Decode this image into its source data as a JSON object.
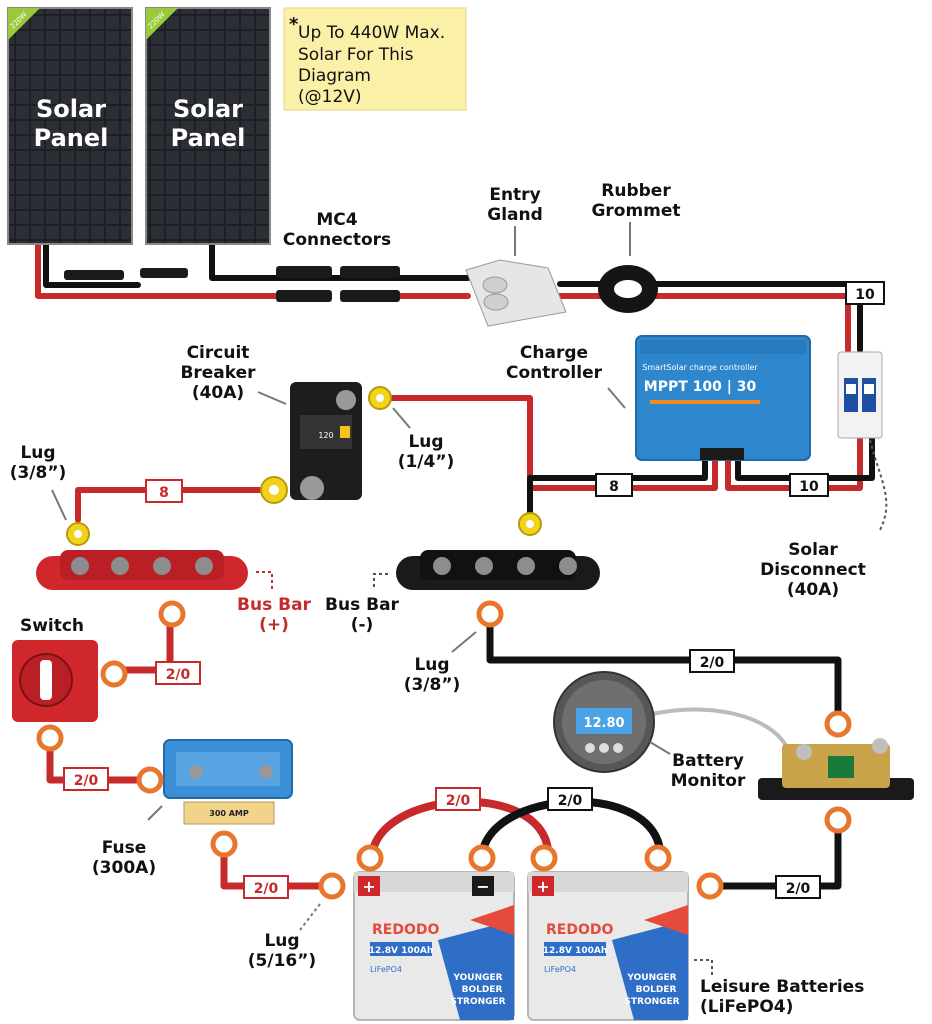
{
  "components": {
    "solar_panel_1": {
      "label_line1": "Solar",
      "label_line2": "Panel",
      "badge": "220W"
    },
    "solar_panel_2": {
      "label_line1": "Solar",
      "label_line2": "Panel",
      "badge": "220W"
    },
    "note": {
      "asterisk": "*",
      "line1": "Up To 440W Max.",
      "line2": "Solar For This",
      "line3": "Diagram",
      "line4": "(@12V)"
    },
    "mc4": {
      "line1": "MC4",
      "line2": "Connectors"
    },
    "entry_gland": {
      "line1": "Entry",
      "line2": "Gland"
    },
    "rubber_grommet": {
      "line1": "Rubber",
      "line2": "Grommet"
    },
    "charge_controller": {
      "line1": "Charge",
      "line2": "Controller",
      "device_brand": "SmartSolar charge controller",
      "device_model": "MPPT 100 | 30"
    },
    "circuit_breaker": {
      "line1": "Circuit",
      "line2": "Breaker",
      "line3": "(40A)",
      "device_rating": "120"
    },
    "lug_quarter": {
      "line1": "Lug",
      "line2": "(1/4”)"
    },
    "lug_three_eighths_top": {
      "line1": "Lug",
      "line2": "(3/8”)"
    },
    "bus_bar_pos": {
      "line1": "Bus Bar",
      "line2": "(+)"
    },
    "bus_bar_neg": {
      "line1": "Bus Bar",
      "line2": "(-)"
    },
    "lug_three_eighths_mid": {
      "line1": "Lug",
      "line2": "(3/8”)"
    },
    "switch": {
      "label": "Switch"
    },
    "fuse": {
      "line1": "Fuse",
      "line2": "(300A)",
      "device_rating": "300 AMP"
    },
    "battery_monitor": {
      "line1": "Battery",
      "line2": "Monitor",
      "display": "12.80"
    },
    "solar_disconnect": {
      "line1": "Solar",
      "line2": "Disconnect",
      "line3": "(40A)"
    },
    "lug_five_sixteenths": {
      "line1": "Lug",
      "line2": "(5/16”)"
    },
    "leisure_batteries": {
      "line1": "Leisure Batteries",
      "line2": "(LiFePO4)"
    },
    "battery_1": {
      "brand": "REDODO",
      "spec": "12.8V 100Ah",
      "chem": "LiFePO4",
      "slogan1": "YOUNGER",
      "slogan2": "BOLDER",
      "slogan3": "STRONGER"
    },
    "battery_2": {
      "brand": "REDODO",
      "spec": "12.8V 100Ah",
      "chem": "LiFePO4",
      "slogan1": "YOUNGER",
      "slogan2": "BOLDER",
      "slogan3": "STRONGER"
    }
  },
  "wire_gauges": {
    "pv_right": "10",
    "breaker_to_bus": "8",
    "controller_to_breaker": "8",
    "controller_to_disconnect": "10",
    "bus_neg_to_shunt": "2/0",
    "bus_pos_to_switch": "2/0",
    "switch_to_fuse": "2/0",
    "fuse_to_battery": "2/0",
    "battery_link_pos": "2/0",
    "battery_link_neg": "2/0",
    "shunt_to_battery": "2/0"
  },
  "terminals": {
    "plus": "+",
    "minus": "−"
  },
  "colors": {
    "positive_wire": "#c62a2a",
    "negative_wire": "#111111",
    "lug_orange": "#e8762c",
    "lug_yellow": "#f2d21c",
    "note_bg": "#fbf0a8",
    "controller_blue": "#2e86cc"
  }
}
